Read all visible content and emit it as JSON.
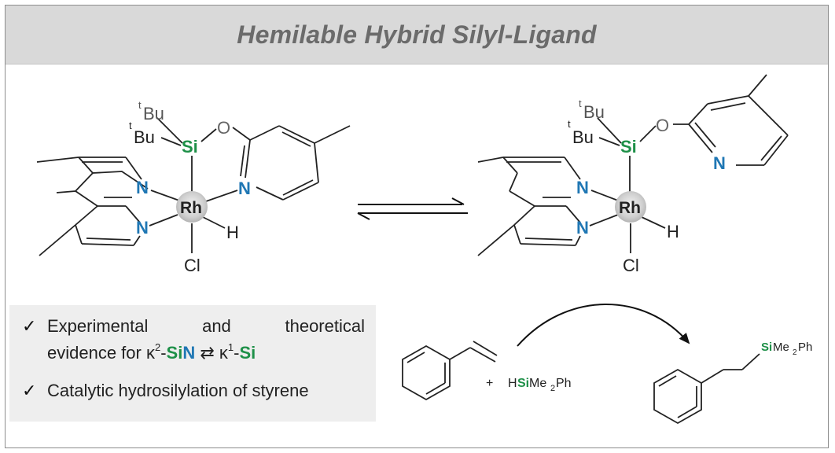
{
  "title": "Hemilable Hybrid Silyl-Ligand",
  "complex_left": {
    "tBu1": "Bu",
    "tBu1_sup": "t",
    "tBu2": "Bu",
    "tBu2_sup": "t",
    "si": "Si",
    "o": "O",
    "n_pyr": "N",
    "n1": "N",
    "n2": "N",
    "rh": "Rh",
    "h": "H",
    "cl": "Cl"
  },
  "complex_right": {
    "tBu1": "Bu",
    "tBu1_sup": "t",
    "tBu2": "Bu",
    "tBu2_sup": "t",
    "si": "Si",
    "o": "O",
    "n_pyr": "N",
    "n1": "N",
    "n2": "N",
    "rh": "Rh",
    "h": "H",
    "cl": "Cl"
  },
  "reaction": {
    "plus": "+",
    "silane_h": "H",
    "silane_si": "Si",
    "silane_me": "Me",
    "silane_sub": "2",
    "silane_ph": "Ph",
    "product_si": "Si",
    "product_me": "Me",
    "product_sub": "2",
    "product_ph": "Ph"
  },
  "notes": {
    "check": "✓",
    "line1_words": [
      "Experimental",
      "and",
      "theoretical"
    ],
    "line2_prefix": "evidence for ",
    "kappa": "κ",
    "sup2": "2",
    "sin_si": "SiN",
    "eq": " ⇄ ",
    "sup1": "1",
    "si": "Si",
    "dash": "-",
    "line3": "Catalytic hydrosilylation of styrene"
  },
  "colors": {
    "silicon": "#1e9048",
    "nitrogen": "#1f77b4",
    "banner": "#d9d9d9",
    "title": "#6b6b6b"
  }
}
